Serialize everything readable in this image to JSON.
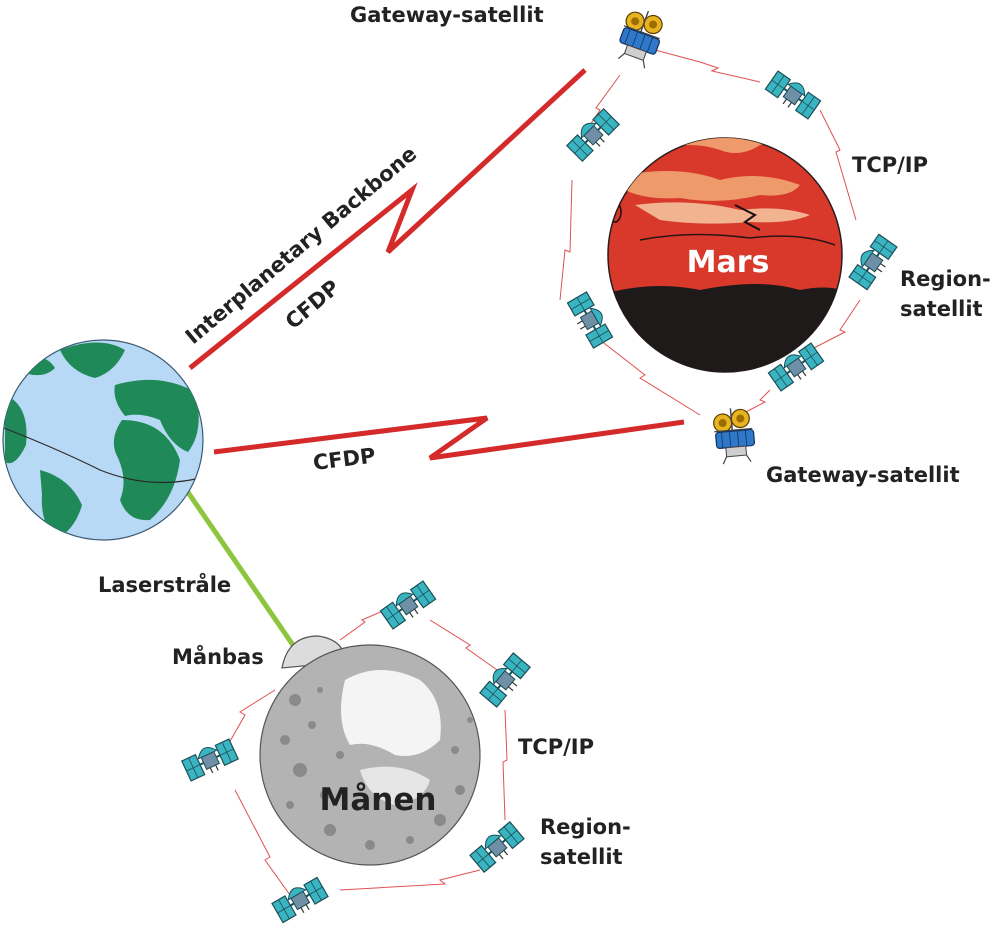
{
  "labels": {
    "gateway_top": "Gateway-satellit",
    "gateway_bottom": "Gateway-satellit",
    "backbone": "Interplanetary Backbone",
    "cfdp_backbone": "CFDP",
    "cfdp_lower": "CFDP",
    "mars": "Mars",
    "tcpip_mars": "TCP/IP",
    "region_mars_1": "Region-",
    "region_mars_2": "satellit",
    "laser": "Laserstråle",
    "moonbase": "Månbas",
    "moon": "Månen",
    "tcpip_moon": "TCP/IP",
    "region_moon_1": "Region-",
    "region_moon_2": "satellit"
  },
  "colors": {
    "link_red": "#d42a2a",
    "laser_green": "#8cc63f",
    "earth_ocean": "#b8d9f5",
    "earth_land": "#1f8a57",
    "mars_red": "#d8392b",
    "mars_light": "#ef9a6b",
    "mars_dark": "#1f1a1a",
    "moon_gray": "#b3b3b3",
    "satellite_cyan": "#3bb4c1",
    "gateway_yellow": "#e7b321",
    "gateway_blue": "#2f78c9"
  },
  "icons": {
    "region_satellite": "satellite-icon",
    "gateway_satellite": "gateway-satellite-icon"
  }
}
